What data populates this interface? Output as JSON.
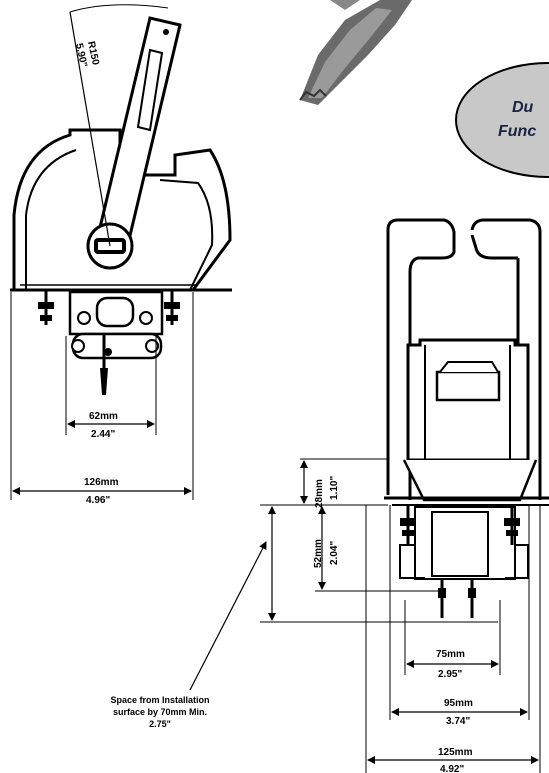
{
  "badge": {
    "line1": "Du",
    "line2": "Func"
  },
  "left_view": {
    "radius_mm": "R150",
    "radius_in": "5.90\"",
    "inner_width_mm": "62mm",
    "inner_width_in": "2.44\"",
    "outer_width_mm": "126mm",
    "outer_width_in": "4.96\""
  },
  "right_view": {
    "height_top_mm": "28mm",
    "height_top_in": "1.10\"",
    "height_mid_mm": "52mm",
    "height_mid_in": "2.04\"",
    "width_a_mm": "75mm",
    "width_a_in": "2.95\"",
    "width_b_mm": "95mm",
    "width_b_in": "3.74\"",
    "width_c_mm": "125mm",
    "width_c_in": "4.92\""
  },
  "note": {
    "line1": "Space from Installation",
    "line2": "surface by 70mm Min.",
    "line3": "2.75\""
  },
  "colors": {
    "badge_fill": "#c8c8c8",
    "badge_text": "#1a2440",
    "ink": "#000000"
  }
}
